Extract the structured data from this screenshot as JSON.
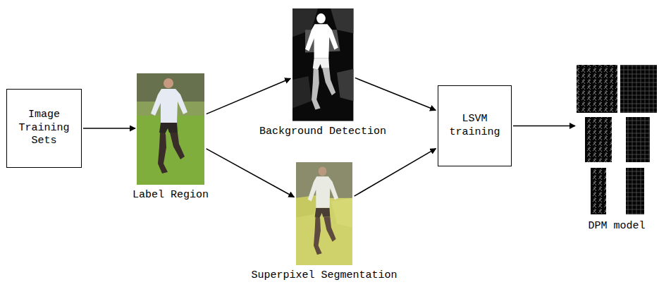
{
  "diagram": {
    "nodes": [
      {
        "text": [
          "Image Training Sets"
        ]
      },
      {
        "text": [
          "Label Region"
        ]
      },
      {
        "text": [
          "Background Detection"
        ]
      },
      {
        "text": [
          "Superpixel Segmentation"
        ]
      },
      {
        "text": [
          "LSVM training"
        ]
      },
      {
        "text": [
          "DPM model"
        ]
      }
    ],
    "edges": [
      {
        "from": 0,
        "to": 1,
        "arrow": "to"
      },
      {
        "from": 1,
        "to": 2,
        "arrow": "to"
      },
      {
        "from": 1,
        "to": 3,
        "arrow": "to"
      },
      {
        "from": 2,
        "to": 4,
        "arrow": "to"
      },
      {
        "from": 3,
        "to": 4,
        "arrow": "to"
      },
      {
        "from": 4,
        "to": 5,
        "arrow": "to"
      }
    ]
  }
}
